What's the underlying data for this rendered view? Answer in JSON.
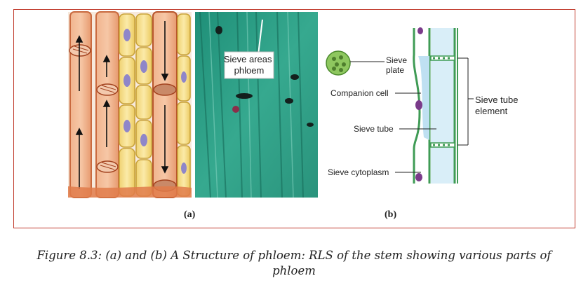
{
  "figure": {
    "photo_label": "Sieve areas\nphloem",
    "panel_a_label": "(a)",
    "panel_b_label": "(b)",
    "labels": {
      "sieve_plate": "Sieve\nplate",
      "companion_cell": "Companion cell",
      "sieve_tube": "Sieve tube",
      "sieve_cytoplasm": "Sieve cytoplasm",
      "sieve_tube_element": "Sieve tube\nelement"
    }
  },
  "caption": {
    "line1": "Figure 8.3: (a) and (b) A Structure of phloem: RLS of the stem showing various parts of",
    "line2": "phloem"
  },
  "colors": {
    "border": "#c0392b",
    "cell_salmon": "#e59a6e",
    "cell_yellow": "#f3dc86",
    "photo_green": "#2f9e86",
    "tube_blue": "#cfe6f3",
    "tube_green": "#4aa56a"
  }
}
